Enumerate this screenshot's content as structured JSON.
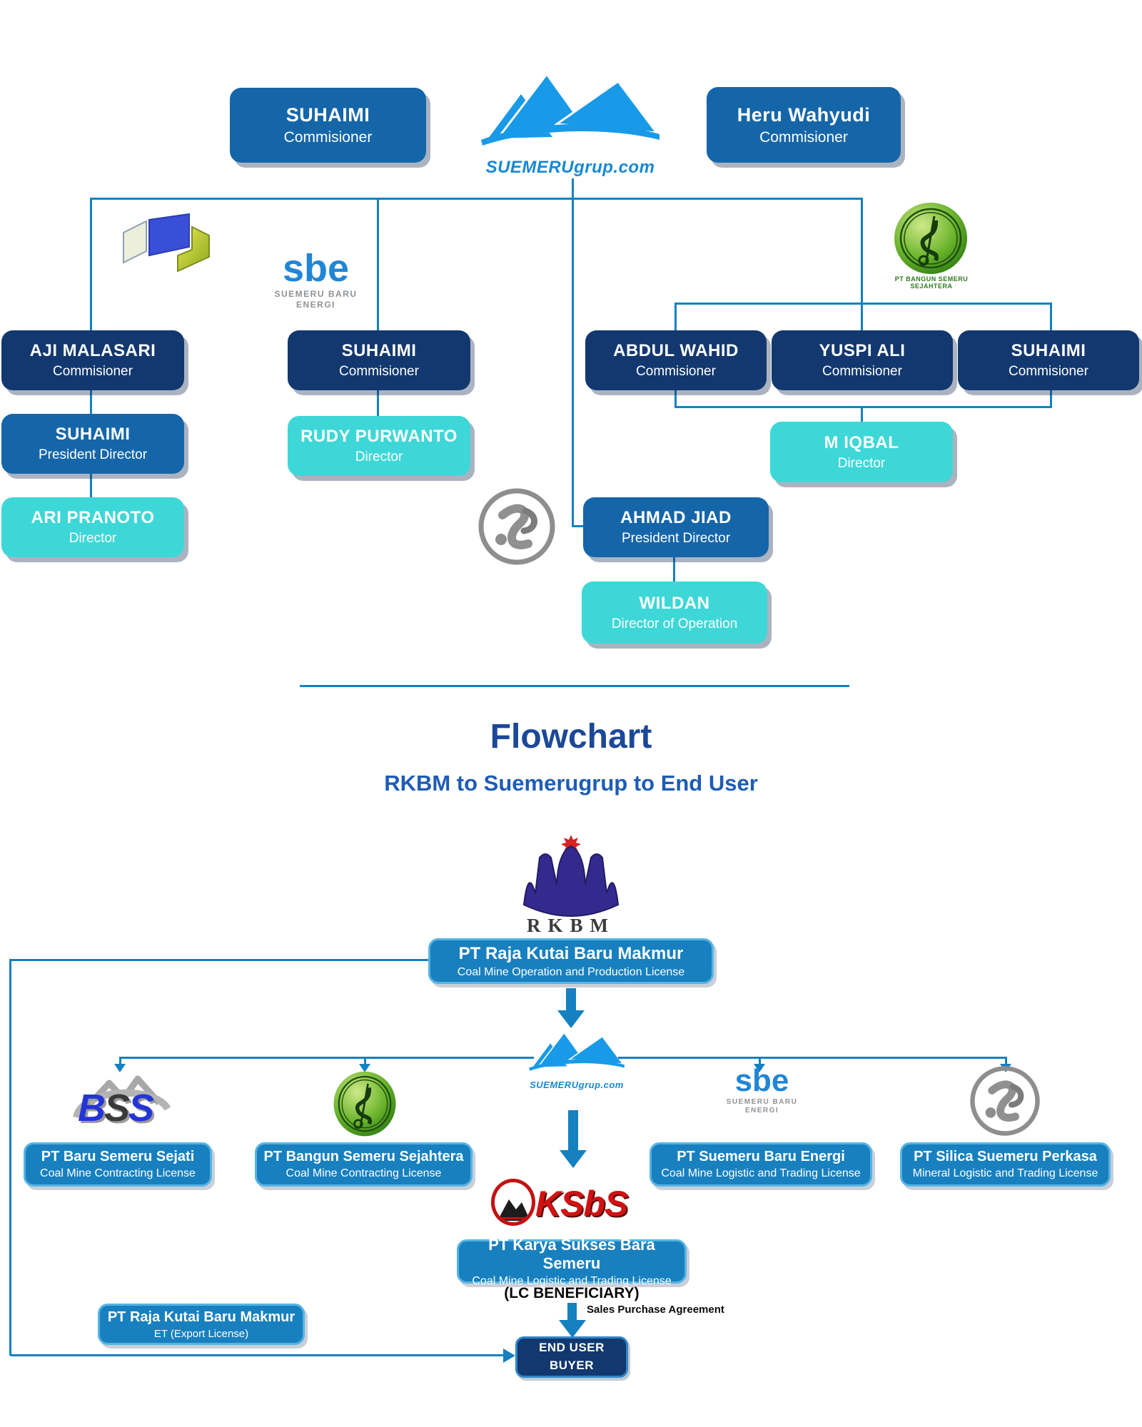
{
  "colors": {
    "line": "#1581c1",
    "navy": "#12386f",
    "blue": "#1566a9",
    "teal": "#3ed7d7",
    "fbox": "#1880bf",
    "fborder": "#55b4e4",
    "brand": "#1789d4",
    "title": "#1c4899",
    "subtitle": "#1e5cb5"
  },
  "brand": {
    "word": "SUEMERU",
    "suffix": "grup.com"
  },
  "sbe_logo": {
    "text": "sbe",
    "caption1": "SUEMERU BARU",
    "caption2": "ENERGI"
  },
  "green_logo_caption": "PT BANGUN SEMERU SEJAHTERA",
  "header": {
    "left": {
      "name": "SUHAIMI",
      "role": "Commisioner"
    },
    "right": {
      "name": "Heru Wahyudi",
      "role": "Commisioner"
    }
  },
  "org": {
    "branch_left": [
      {
        "name": "AJI MALASARI",
        "role": "Commisioner"
      },
      {
        "name": "SUHAIMI",
        "role": "President Director"
      },
      {
        "name": "ARI PRANOTO",
        "role": "Director"
      }
    ],
    "branch_sbe": [
      {
        "name": "SUHAIMI",
        "role": "Commisioner"
      },
      {
        "name": "RUDY PURWANTO",
        "role": "Director"
      }
    ],
    "branch_right": {
      "commissioners": [
        {
          "name": "ABDUL WAHID",
          "role": "Commisioner"
        },
        {
          "name": "YUSPI ALI",
          "role": "Commisioner"
        },
        {
          "name": "SUHAIMI",
          "role": "Commisioner"
        }
      ],
      "director": {
        "name": "M IQBAL",
        "role": "Director"
      }
    },
    "branch_center": {
      "president": {
        "name": "AHMAD JIAD",
        "role": "President Director"
      },
      "operations": {
        "name": "WILDAN",
        "role": "Director of Operation"
      }
    }
  },
  "flowchart": {
    "title": "Flowchart",
    "subtitle": "RKBM to Suemerugrup to End User",
    "rkbm_logo_text": "RKBM",
    "source": {
      "name": "PT Raja Kutai Baru Makmur",
      "license": "Coal Mine Operation and Production License"
    },
    "bss_letters": [
      "B",
      "S",
      "S"
    ],
    "ksbs_logo_text": "KSbS",
    "branches": [
      {
        "name": "PT Baru Semeru Sejati",
        "license": "Coal Mine Contracting License"
      },
      {
        "name": "PT Bangun Semeru Sejahtera",
        "license": "Coal Mine Contracting License"
      },
      {
        "name": "PT Suemeru Baru Energi",
        "license": "Coal Mine Logistic and Trading License"
      },
      {
        "name": "PT Silica Suemeru Perkasa",
        "license": "Mineral Logistic and Trading License"
      }
    ],
    "trader": {
      "name": "PT Karya Sukses Bara Semeru",
      "license": "Coal Mine Logistic and Trading License"
    },
    "lc_label": "(LC BENEFICIARY)",
    "spa_label": "Sales Purchase Agreement",
    "exporter": {
      "name": "PT Raja Kutai Baru Makmur",
      "license": "ET (Export License)"
    },
    "end_user": {
      "line1": "END USER",
      "line2": "BUYER"
    }
  }
}
